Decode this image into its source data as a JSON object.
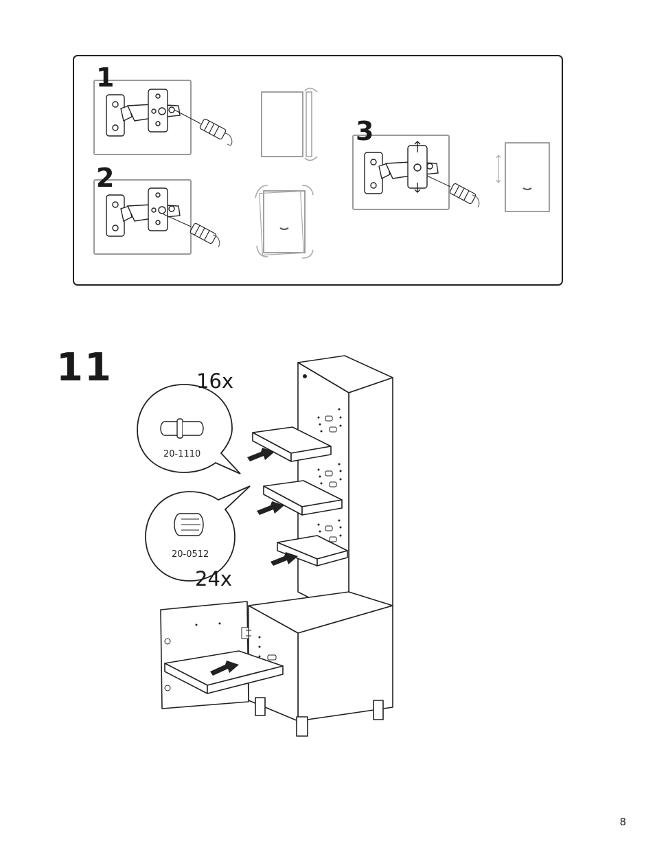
{
  "adjust_panel": {
    "substeps": [
      {
        "number": "1"
      },
      {
        "number": "2"
      },
      {
        "number": "3"
      }
    ]
  },
  "step": {
    "number": "11",
    "parts": [
      {
        "quantity": "16x",
        "code": "20-1110",
        "icon": "shelf-support-pin-icon"
      },
      {
        "quantity": "24x",
        "code": "20-0512",
        "icon": "wooden-dowel-icon"
      }
    ]
  },
  "page": {
    "number": "8"
  }
}
